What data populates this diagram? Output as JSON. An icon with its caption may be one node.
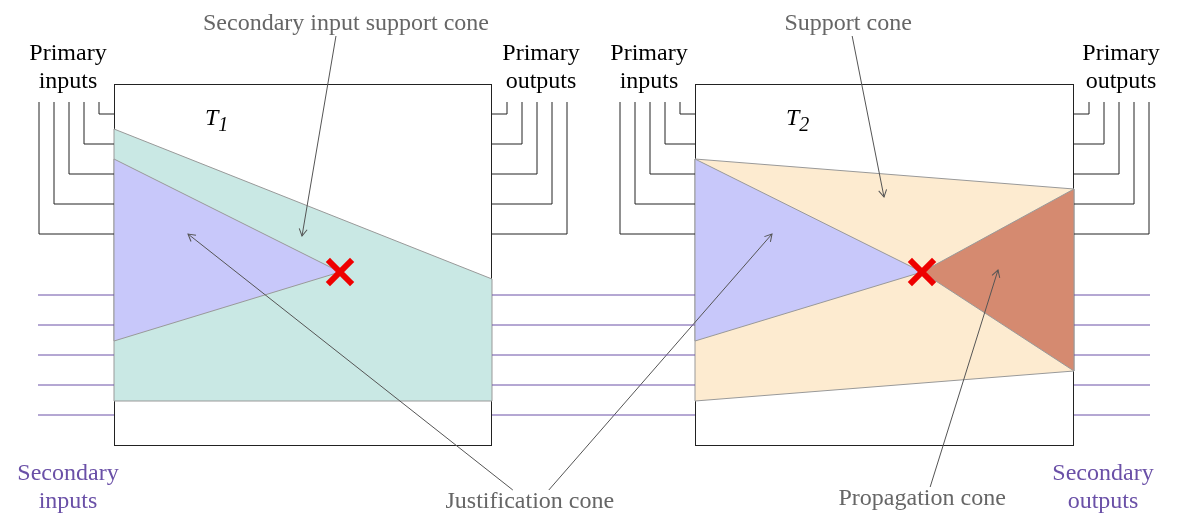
{
  "diagram": {
    "nodes": [
      {
        "text": [
          "T$_{1}$"
        ]
      },
      {
        "text": [],
        "shape": "polygon",
        "in": 0
      },
      {
        "text": [],
        "shape": "triangle",
        "in": 1
      },
      {
        "text": [
          "T$_{2}$"
        ]
      },
      {
        "text": [],
        "shape": "polygon",
        "in": 3
      },
      {
        "text": [],
        "shape": "triangle",
        "in": 4
      },
      {
        "text": [],
        "shape": "triangle",
        "in": 4
      },
      {
        "text": [
          "Secondary input support cone"
        ]
      },
      {
        "text": [
          "Support cone"
        ]
      },
      {
        "text": [
          "Justification cone"
        ]
      },
      {
        "text": [
          "Propagation cone"
        ]
      }
    ],
    "edges": [
      {
        "from": 7,
        "to": 1,
        "arrow": "to"
      },
      {
        "from": 8,
        "to": 4,
        "arrow": "to"
      },
      {
        "from": 9,
        "to": 2,
        "arrow": "to"
      },
      {
        "from": 9,
        "to": 5,
        "arrow": "to"
      },
      {
        "from": 10,
        "to": 6,
        "arrow": "to"
      },
      {
        "from": 0,
        "to": 3,
        "arrow": "none",
        "color": "#6a50a7"
      },
      {
        "from": 0,
        "to": 3,
        "arrow": "none",
        "color": "#6a50a7"
      },
      {
        "from": 0,
        "to": 3,
        "arrow": "none",
        "color": "#6a50a7"
      },
      {
        "from": 0,
        "to": 3,
        "arrow": "none",
        "color": "#6a50a7"
      },
      {
        "from": 0,
        "to": 3,
        "arrow": "none",
        "color": "#6a50a7"
      }
    ],
    "labels": [
      "Primary inputs",
      "Primary outputs",
      "Primary inputs",
      "Primary outputs",
      "Secondary inputs",
      "Secondary outputs"
    ]
  }
}
